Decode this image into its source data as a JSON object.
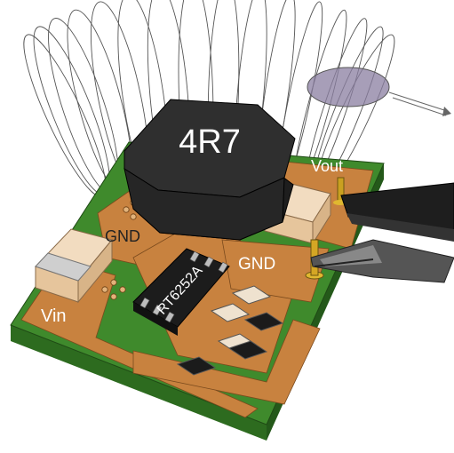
{
  "labels": {
    "inductor_marking": "4R7",
    "ic_marking": "RT6252A",
    "vout": "Vout",
    "gnd_left": "GND",
    "gnd_right": "GND",
    "vin": "Vin"
  },
  "colors": {
    "board_green": "#3f8a2c",
    "copper": "#c8823f",
    "inductor_body": "#2a2a2a",
    "capacitor_body": "#e9c9a0",
    "probe_black": "#1e1e1e",
    "field_lines": "#444444"
  }
}
